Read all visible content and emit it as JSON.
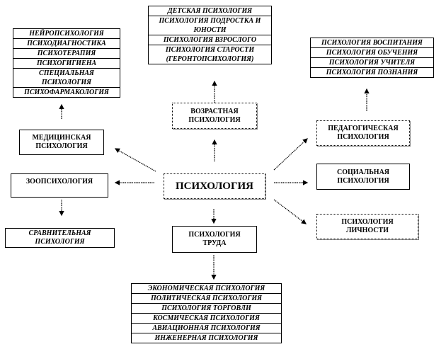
{
  "center": "ПСИХОЛОГИЯ",
  "branches": {
    "medical": "МЕДИЦИНСКАЯ ПСИХОЛОГИЯ",
    "zoo": "ЗООПСИХОЛОГИЯ",
    "comparative": "СРАВНИТЕЛЬНАЯ ПСИХОЛОГИЯ",
    "age": "ВОЗРАСТНАЯ ПСИХОЛОГИЯ",
    "labor": "ПСИХОЛОГИЯ ТРУДА",
    "pedagogical": "ПЕДАГОГИЧЕСКАЯ ПСИХОЛОГИЯ",
    "social": "СОЦИАЛЬНАЯ ПСИХОЛОГИЯ",
    "personality": "ПСИХОЛОГИЯ ЛИЧНОСТИ"
  },
  "medical_list": [
    "НЕЙРОПСИХОЛОГИЯ",
    "ПСИХОДИАГНОСТИКА",
    "ПСИХОТЕРАПИЯ",
    "ПСИХОГИГИЕНА",
    "СПЕЦИАЛЬНАЯ ПСИХОЛОГИЯ",
    "ПСИХОФАРМАКОЛОГИЯ"
  ],
  "age_list": [
    "ДЕТСКАЯ ПСИХОЛОГИЯ",
    "ПСИХОЛОГИЯ ПОДРОСТКА И ЮНОСТИ",
    "ПСИХОЛОГИЯ ВЗРОСЛОГО",
    "ПСИХОЛОГИЯ СТАРОСТИ (ГЕРОНТОПСИХОЛОГИЯ)"
  ],
  "pedagogical_list": [
    "ПСИХОЛОГИЯ ВОСПИТАНИЯ",
    "ПСИХОЛОГИЯ ОБУЧЕНИЯ",
    "ПСИХОЛОГИЯ УЧИТЕЛЯ",
    "ПСИХОЛОГИЯ ПОЗНАНИЯ"
  ],
  "labor_list": [
    "ЭКОНОМИЧЕСКАЯ ПСИХОЛОГИЯ",
    "ПОЛИТИЧЕСКАЯ ПСИХОЛОГИЯ",
    "ПСИХОЛОГИЯ ТОРГОВЛИ",
    "КОСМИЧЕСКАЯ ПСИХОЛОГИЯ",
    "АВИАЦИОННАЯ ПСИХОЛОГИЯ",
    "ИНЖЕНЕРНАЯ ПСИХОЛОГИЯ"
  ]
}
